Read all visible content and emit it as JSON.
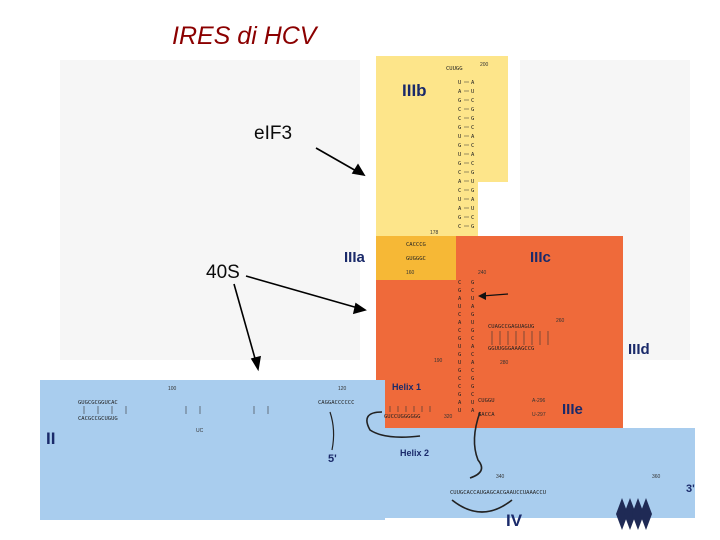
{
  "title": "IRES di HCV",
  "annotations": {
    "eif3": "eIF3",
    "s40": "40S"
  },
  "domains": {
    "IIIb": "IIIb",
    "IIIa": "IIIa",
    "IIIc": "IIIc",
    "IIId": "IIId",
    "IIIe": "IIIe",
    "II": "II",
    "IV": "IV"
  },
  "helices": {
    "h1": "Helix 1",
    "h2": "Helix 2"
  },
  "ends": {
    "five": "5'",
    "three": "3'"
  },
  "numbers": {
    "n200": "200",
    "n178": "178",
    "n160": "160",
    "n240": "240",
    "n260": "260",
    "n280": "280",
    "n190": "190",
    "n100": "100",
    "n120": "120",
    "n296": "A-296",
    "n297": "U-297",
    "n320": "320",
    "n340": "340",
    "n360": "360",
    "uc": "UC"
  },
  "sequences": {
    "iv_bottom": "CUUGCACCAUGAGCACGAAUCCUAAACCU",
    "iiid_top": "CUAGCCGAGUAGUG",
    "iiid_bot": "GGUUGGGAAAGCCG",
    "ii_top": "GUGCGCGGUCAC",
    "ii_bot": "CACGCCGCUGUG",
    "helix1_top": "CAGGACCCCCC",
    "helix1_bot": "GUCCUGGGGGG",
    "iiia_top": "CACCCG",
    "iiia_bot": "GUGGGC",
    "iiie_top": "CUGGU",
    "iiie_bot": "GACCA",
    "iiib_loop": "CUUGG",
    "col_left": "UAGCCGUGUGCACUAGC",
    "col_right": "AUCGGCACACGUGAUCG"
  },
  "colors": {
    "title": "#8b0000",
    "iiib_bg": "#fde58a",
    "iiia_bg": "#f6b836",
    "iii_orange": "#ef6a3a",
    "blue_bg": "#a9cdee",
    "label_navy": "#1a2a6a",
    "arrow": "#000000"
  }
}
